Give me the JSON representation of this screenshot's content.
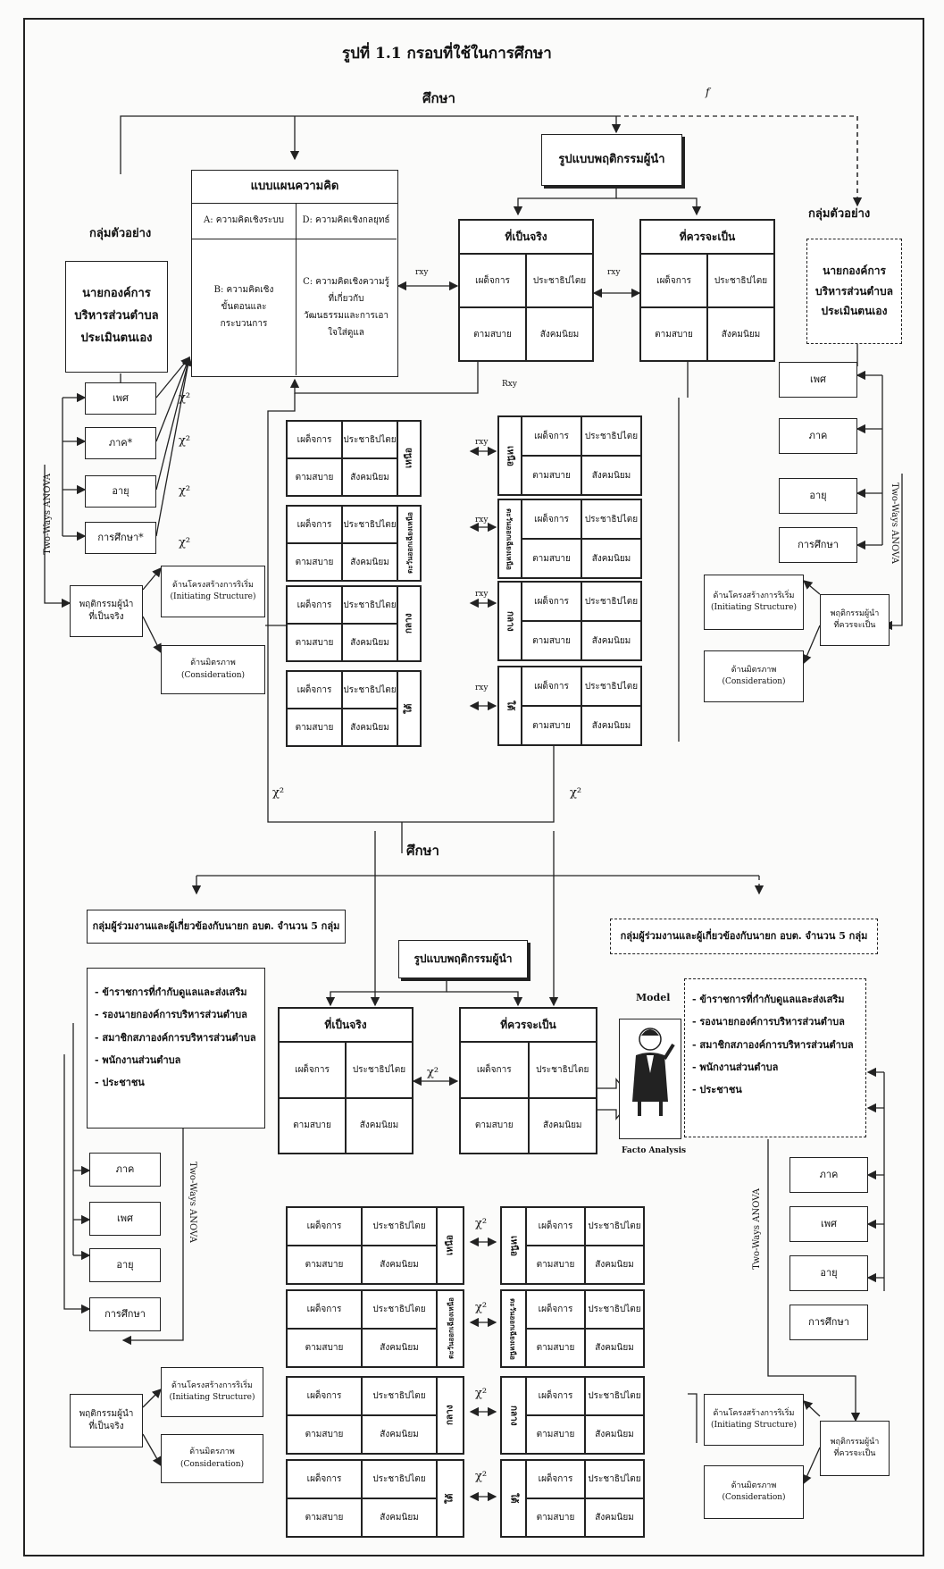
{
  "title": "รูปที่ 1.1 กรอบที่ใช้ในการศึกษา",
  "study_top": "ศึกษา",
  "study_mid": "ศึกษา",
  "f_mark": "f",
  "behavior_model": "รูปแบบพฤติกรรมผู้นำ",
  "sample_group": "กลุ่มตัวอย่าง",
  "mayor_self": [
    "นายกองค์การ",
    "บริหารส่วนตำบล",
    "ประเมินตนเอง"
  ],
  "concept_map": {
    "title": "แบบแผนความคิด",
    "a": "A: ความคิดเชิงระบบ",
    "d": "D: ความคิดเชิงกลยุทธ์",
    "b": [
      "B: ความคิดเชิง",
      "ขั้นตอนและ",
      "กระบวนการ"
    ],
    "c": [
      "C: ความคิดเชิงความรู้",
      "ที่เกี่ยวกับ",
      "วัฒนธรรมและการเอา",
      "ใจใส่ดูแล"
    ]
  },
  "actual": "ที่เป็นจริง",
  "ideal": "ที่ควรจะเป็น",
  "quad": [
    "เผด็จการ",
    "ประชาธิปไตย",
    "ตามสบาย",
    "สังคมนิยม"
  ],
  "demo": {
    "sex": "เพศ",
    "region": "ภาค",
    "region_star": "ภาค*",
    "age": "อายุ",
    "edu": "การศึกษา",
    "edu_star": "การศึกษา*"
  },
  "regions": {
    "north": "เหนือ",
    "northeast": "ตะวันออกเฉียงเหนือ",
    "central": "กลาง",
    "south": "ใต้"
  },
  "two_way": "Two-Ways ANOVA",
  "leader_actual": [
    "พฤติกรรมผู้นำ",
    "ที่เป็นจริง"
  ],
  "leader_ideal": [
    "พฤติกรรมผู้นำ",
    "ที่ควรจะเป็น"
  ],
  "initiating": [
    "ด้านโครงสร้างการริเริ่ม",
    "(Initiating Structure)"
  ],
  "consideration": [
    "ด้านมิตรภาพ",
    "(Consideration)"
  ],
  "chi": "χ²",
  "rxy": "rxy",
  "Rxy": "Rxy",
  "coworkers": "กลุ่มผู้ร่วมงานและผู้เกี่ยวข้องกับนายก อบต. จำนวน 5 กลุ่ม",
  "coworker_list": [
    "- ข้าราชการที่กำกับดูแลและส่งเสริม",
    "- รองนายกองค์การบริหารส่วนตำบล",
    "- สมาชิกสภาองค์การบริหารส่วนตำบล",
    "- พนักงานส่วนตำบล",
    "- ประชาชน"
  ],
  "model": "Model",
  "facto": "Facto Analysis"
}
